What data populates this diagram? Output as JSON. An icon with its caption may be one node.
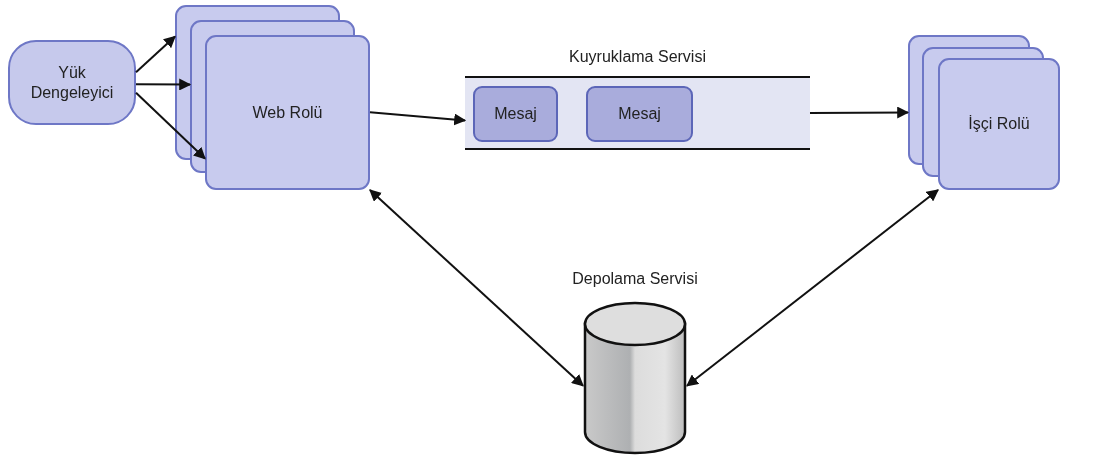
{
  "diagram": {
    "nodes": [
      {
        "text": [
          "Yük Dengeleyici"
        ]
      },
      {
        "text": [
          "Web Rolü"
        ]
      },
      {
        "text": [
          "Kuyruklama Servisi"
        ]
      },
      {
        "text": [
          "Mesaj"
        ],
        "in": 2
      },
      {
        "text": [
          "Mesaj"
        ],
        "in": 2
      },
      {
        "text": [
          "İşçi Rolü"
        ]
      },
      {
        "text": [
          "Depolama Servisi"
        ]
      }
    ],
    "edges": [
      {
        "from": 0,
        "to": 1,
        "arrow": "to"
      },
      {
        "from": 0,
        "to": 1,
        "arrow": "to"
      },
      {
        "from": 0,
        "to": 1,
        "arrow": "to"
      },
      {
        "from": 1,
        "to": 2,
        "arrow": "to"
      },
      {
        "from": 2,
        "to": 5,
        "arrow": "to"
      },
      {
        "from": 1,
        "to": 6,
        "arrow": "both"
      },
      {
        "from": 6,
        "to": 5,
        "arrow": "both"
      }
    ]
  }
}
